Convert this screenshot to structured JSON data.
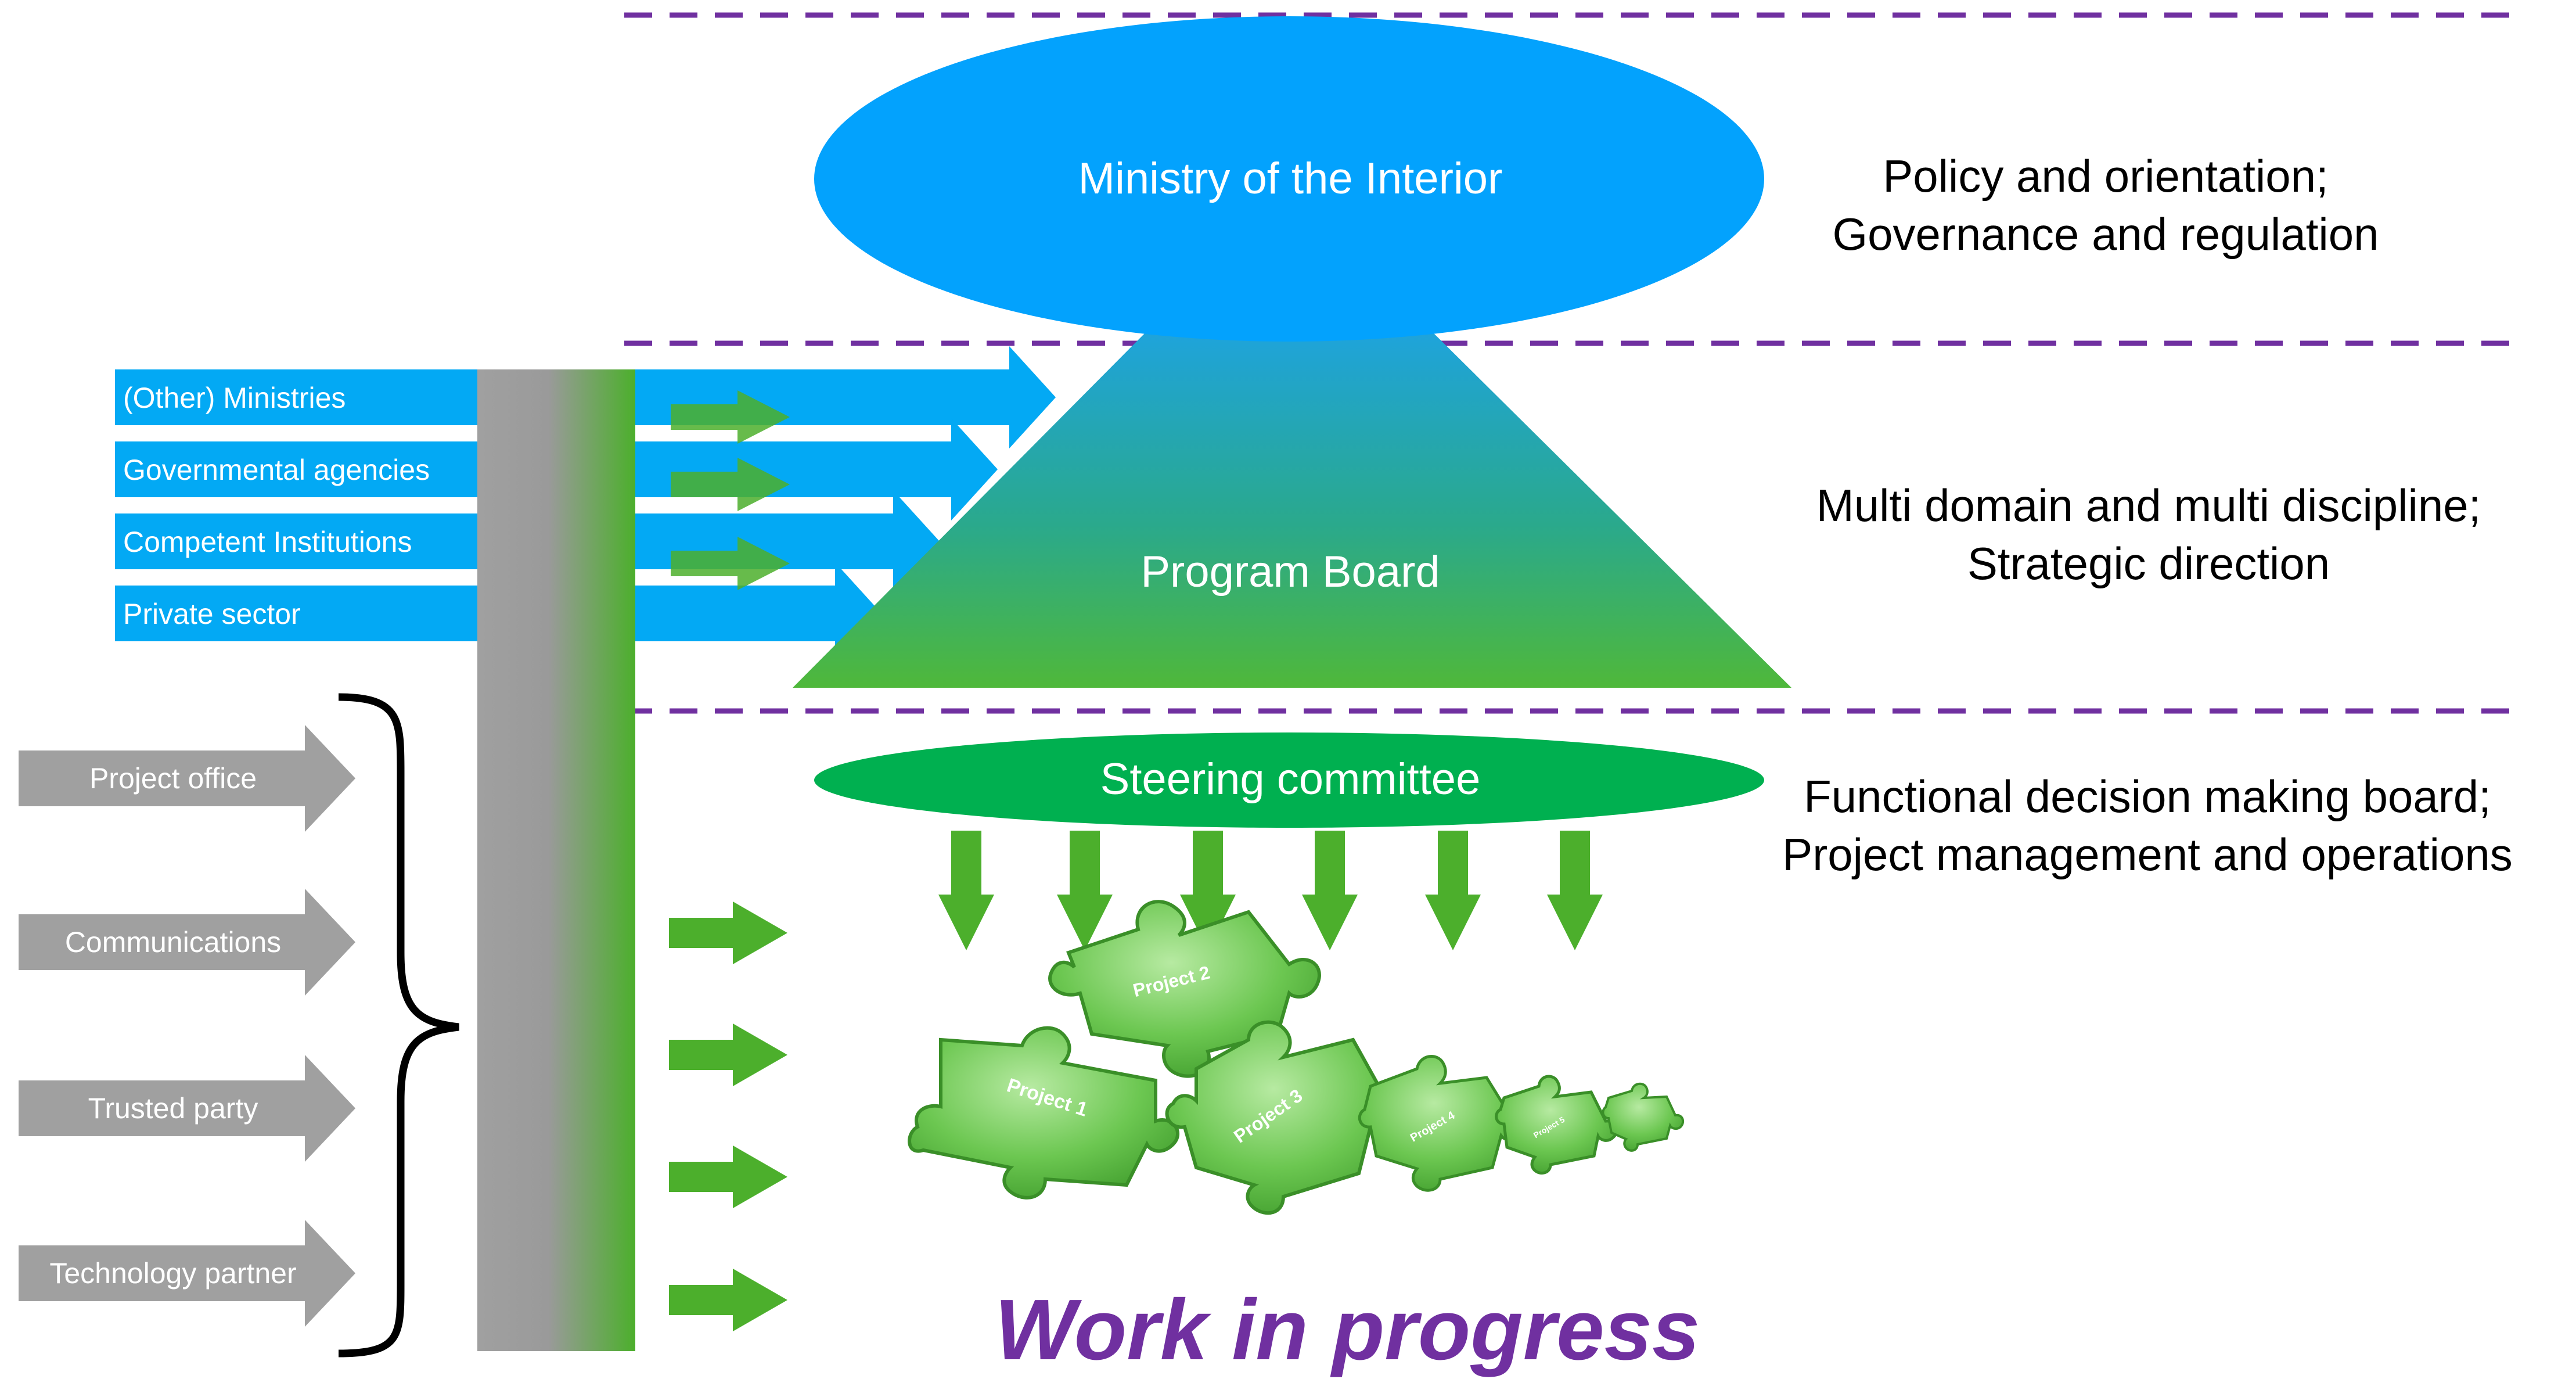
{
  "top": {
    "ellipse_label": "Ministry of the Interior",
    "description_line1": "Policy and orientation;",
    "description_line2": "Governance and regulation"
  },
  "middle": {
    "triangle_label": "Program Board",
    "description_line1": "Multi domain and multi discipline;",
    "description_line2": "Strategic direction"
  },
  "bottom": {
    "ellipse_label": "Steering committee",
    "description_line1": "Functional decision making board;",
    "description_line2": "Project management and operations"
  },
  "stakeholders": [
    {
      "label": "(Other) Ministries"
    },
    {
      "label": "Governmental agencies"
    },
    {
      "label": "Competent Institutions"
    },
    {
      "label": "Private sector"
    }
  ],
  "support_roles": [
    {
      "label": "Project office"
    },
    {
      "label": "Communications"
    },
    {
      "label": "Trusted party"
    },
    {
      "label": "Technology partner"
    }
  ],
  "puzzle_pieces": [
    {
      "label": "Project 1"
    },
    {
      "label": "Project 2"
    },
    {
      "label": "Project 3"
    },
    {
      "label": "Project 4"
    },
    {
      "label": "Project 5"
    },
    {
      "label": ""
    }
  ],
  "footer": {
    "status": "Work in progress"
  },
  "colors": {
    "ellipse_blue": "#03a2fd",
    "steering_green": "#00b050",
    "arrow_green": "#4caf2c",
    "stakeholder_blue": "#03a9f4",
    "support_gray": "#a0a0a0",
    "dashed_purple": "#7030a0",
    "status_purple": "#7030a0"
  }
}
